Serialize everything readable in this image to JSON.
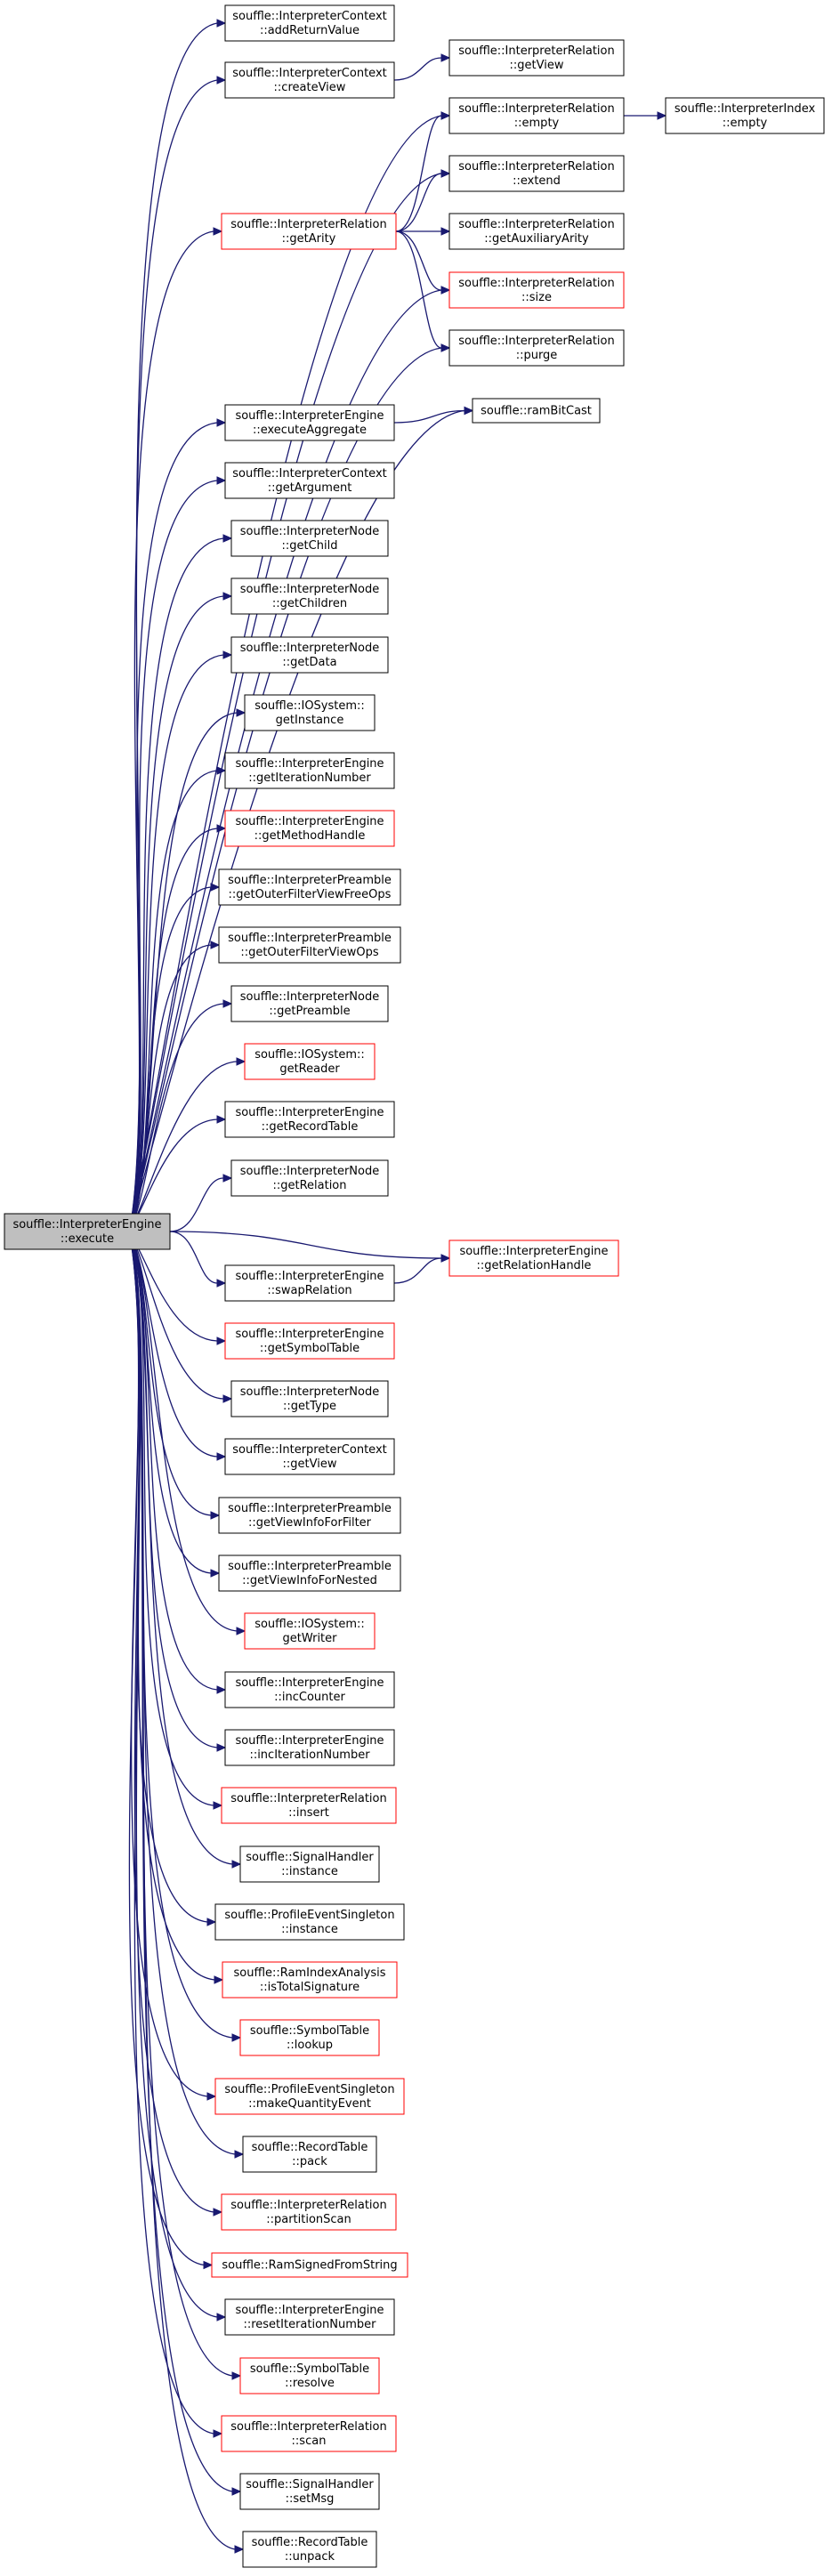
{
  "colors": {
    "edge": "#191970",
    "box_border_normal": "#000000",
    "box_border_truncated": "#ff0000",
    "root_fill": "#bfbfbf",
    "box_fill": "#ffffff"
  },
  "nodes": [
    {
      "id": "root",
      "lines": [
        "souffle::InterpreterEngine",
        "::execute"
      ],
      "style": "root"
    },
    {
      "id": "ctx_addReturnValue",
      "lines": [
        "souffle::InterpreterContext",
        "::addReturnValue"
      ],
      "style": "normal"
    },
    {
      "id": "ctx_createView",
      "lines": [
        "souffle::InterpreterContext",
        "::createView"
      ],
      "style": "normal"
    },
    {
      "id": "rel_getView",
      "lines": [
        "souffle::InterpreterRelation",
        "::getView"
      ],
      "style": "normal"
    },
    {
      "id": "rel_empty",
      "lines": [
        "souffle::InterpreterRelation",
        "::empty"
      ],
      "style": "normal"
    },
    {
      "id": "idx_empty",
      "lines": [
        "souffle::InterpreterIndex",
        "::empty"
      ],
      "style": "normal"
    },
    {
      "id": "rel_extend",
      "lines": [
        "souffle::InterpreterRelation",
        "::extend"
      ],
      "style": "normal"
    },
    {
      "id": "rel_getArity",
      "lines": [
        "souffle::InterpreterRelation",
        "::getArity"
      ],
      "style": "truncated"
    },
    {
      "id": "rel_getAuxiliaryArity",
      "lines": [
        "souffle::InterpreterRelation",
        "::getAuxiliaryArity"
      ],
      "style": "normal"
    },
    {
      "id": "rel_size",
      "lines": [
        "souffle::InterpreterRelation",
        "::size"
      ],
      "style": "truncated"
    },
    {
      "id": "rel_purge",
      "lines": [
        "souffle::InterpreterRelation",
        "::purge"
      ],
      "style": "normal"
    },
    {
      "id": "eng_executeAggregate",
      "lines": [
        "souffle::InterpreterEngine",
        "::executeAggregate"
      ],
      "style": "normal"
    },
    {
      "id": "ramBitCast",
      "lines": [
        "souffle::ramBitCast"
      ],
      "style": "normal"
    },
    {
      "id": "ctx_getArgument",
      "lines": [
        "souffle::InterpreterContext",
        "::getArgument"
      ],
      "style": "normal"
    },
    {
      "id": "node_getChild",
      "lines": [
        "souffle::InterpreterNode",
        "::getChild"
      ],
      "style": "normal"
    },
    {
      "id": "node_getChildren",
      "lines": [
        "souffle::InterpreterNode",
        "::getChildren"
      ],
      "style": "normal"
    },
    {
      "id": "node_getData",
      "lines": [
        "souffle::InterpreterNode",
        "::getData"
      ],
      "style": "normal"
    },
    {
      "id": "io_getInstance",
      "lines": [
        "souffle::IOSystem::",
        "getInstance"
      ],
      "style": "normal"
    },
    {
      "id": "eng_getIterationNumber",
      "lines": [
        "souffle::InterpreterEngine",
        "::getIterationNumber"
      ],
      "style": "normal"
    },
    {
      "id": "eng_getMethodHandle",
      "lines": [
        "souffle::InterpreterEngine",
        "::getMethodHandle"
      ],
      "style": "truncated"
    },
    {
      "id": "pre_getOuterFilterViewFreeOps",
      "lines": [
        "souffle::InterpreterPreamble",
        "::getOuterFilterViewFreeOps"
      ],
      "style": "normal"
    },
    {
      "id": "pre_getOuterFilterViewOps",
      "lines": [
        "souffle::InterpreterPreamble",
        "::getOuterFilterViewOps"
      ],
      "style": "normal"
    },
    {
      "id": "node_getPreamble",
      "lines": [
        "souffle::InterpreterNode",
        "::getPreamble"
      ],
      "style": "normal"
    },
    {
      "id": "io_getReader",
      "lines": [
        "souffle::IOSystem::",
        "getReader"
      ],
      "style": "truncated"
    },
    {
      "id": "eng_getRecordTable",
      "lines": [
        "souffle::InterpreterEngine",
        "::getRecordTable"
      ],
      "style": "normal"
    },
    {
      "id": "node_getRelation",
      "lines": [
        "souffle::InterpreterNode",
        "::getRelation"
      ],
      "style": "normal"
    },
    {
      "id": "eng_getRelationHandle",
      "lines": [
        "souffle::InterpreterEngine",
        "::getRelationHandle"
      ],
      "style": "truncated"
    },
    {
      "id": "eng_swapRelation",
      "lines": [
        "souffle::InterpreterEngine",
        "::swapRelation"
      ],
      "style": "normal"
    },
    {
      "id": "eng_getSymbolTable",
      "lines": [
        "souffle::InterpreterEngine",
        "::getSymbolTable"
      ],
      "style": "truncated"
    },
    {
      "id": "node_getType",
      "lines": [
        "souffle::InterpreterNode",
        "::getType"
      ],
      "style": "normal"
    },
    {
      "id": "ctx_getView",
      "lines": [
        "souffle::InterpreterContext",
        "::getView"
      ],
      "style": "normal"
    },
    {
      "id": "pre_getViewInfoForFilter",
      "lines": [
        "souffle::InterpreterPreamble",
        "::getViewInfoForFilter"
      ],
      "style": "normal"
    },
    {
      "id": "pre_getViewInfoForNested",
      "lines": [
        "souffle::InterpreterPreamble",
        "::getViewInfoForNested"
      ],
      "style": "normal"
    },
    {
      "id": "io_getWriter",
      "lines": [
        "souffle::IOSystem::",
        "getWriter"
      ],
      "style": "truncated"
    },
    {
      "id": "eng_incCounter",
      "lines": [
        "souffle::InterpreterEngine",
        "::incCounter"
      ],
      "style": "normal"
    },
    {
      "id": "eng_incIterationNumber",
      "lines": [
        "souffle::InterpreterEngine",
        "::incIterationNumber"
      ],
      "style": "normal"
    },
    {
      "id": "rel_insert",
      "lines": [
        "souffle::InterpreterRelation",
        "::insert"
      ],
      "style": "truncated"
    },
    {
      "id": "sig_instance",
      "lines": [
        "souffle::SignalHandler",
        "::instance"
      ],
      "style": "normal"
    },
    {
      "id": "prof_instance",
      "lines": [
        "souffle::ProfileEventSingleton",
        "::instance"
      ],
      "style": "normal"
    },
    {
      "id": "ria_isTotalSignature",
      "lines": [
        "souffle::RamIndexAnalysis",
        "::isTotalSignature"
      ],
      "style": "truncated"
    },
    {
      "id": "sym_lookup",
      "lines": [
        "souffle::SymbolTable",
        "::lookup"
      ],
      "style": "truncated"
    },
    {
      "id": "prof_makeQuantityEvent",
      "lines": [
        "souffle::ProfileEventSingleton",
        "::makeQuantityEvent"
      ],
      "style": "truncated"
    },
    {
      "id": "rec_pack",
      "lines": [
        "souffle::RecordTable",
        "::pack"
      ],
      "style": "normal"
    },
    {
      "id": "rel_partitionScan",
      "lines": [
        "souffle::InterpreterRelation",
        "::partitionScan"
      ],
      "style": "truncated"
    },
    {
      "id": "ramSignedFromString",
      "lines": [
        "souffle::RamSignedFromString"
      ],
      "style": "truncated"
    },
    {
      "id": "eng_resetIterationNumber",
      "lines": [
        "souffle::InterpreterEngine",
        "::resetIterationNumber"
      ],
      "style": "normal"
    },
    {
      "id": "sym_resolve",
      "lines": [
        "souffle::SymbolTable",
        "::resolve"
      ],
      "style": "truncated"
    },
    {
      "id": "rel_scan",
      "lines": [
        "souffle::InterpreterRelation",
        "::scan"
      ],
      "style": "truncated"
    },
    {
      "id": "sig_setMsg",
      "lines": [
        "souffle::SignalHandler",
        "::setMsg"
      ],
      "style": "normal"
    },
    {
      "id": "rec_unpack",
      "lines": [
        "souffle::RecordTable",
        "::unpack"
      ],
      "style": "normal"
    }
  ],
  "edges": [
    [
      "root",
      "ctx_addReturnValue"
    ],
    [
      "root",
      "ctx_createView"
    ],
    [
      "root",
      "rel_empty"
    ],
    [
      "root",
      "rel_extend"
    ],
    [
      "root",
      "rel_getArity"
    ],
    [
      "root",
      "rel_size"
    ],
    [
      "root",
      "rel_purge"
    ],
    [
      "root",
      "ramBitCast"
    ],
    [
      "root",
      "eng_executeAggregate"
    ],
    [
      "root",
      "ctx_getArgument"
    ],
    [
      "root",
      "node_getChild"
    ],
    [
      "root",
      "node_getChildren"
    ],
    [
      "root",
      "node_getData"
    ],
    [
      "root",
      "io_getInstance"
    ],
    [
      "root",
      "eng_getIterationNumber"
    ],
    [
      "root",
      "eng_getMethodHandle"
    ],
    [
      "root",
      "pre_getOuterFilterViewFreeOps"
    ],
    [
      "root",
      "pre_getOuterFilterViewOps"
    ],
    [
      "root",
      "node_getPreamble"
    ],
    [
      "root",
      "io_getReader"
    ],
    [
      "root",
      "eng_getRecordTable"
    ],
    [
      "root",
      "node_getRelation"
    ],
    [
      "root",
      "eng_getRelationHandle"
    ],
    [
      "root",
      "eng_swapRelation"
    ],
    [
      "root",
      "eng_getSymbolTable"
    ],
    [
      "root",
      "node_getType"
    ],
    [
      "root",
      "ctx_getView"
    ],
    [
      "root",
      "pre_getViewInfoForFilter"
    ],
    [
      "root",
      "pre_getViewInfoForNested"
    ],
    [
      "root",
      "io_getWriter"
    ],
    [
      "root",
      "eng_incCounter"
    ],
    [
      "root",
      "eng_incIterationNumber"
    ],
    [
      "root",
      "rel_insert"
    ],
    [
      "root",
      "sig_instance"
    ],
    [
      "root",
      "prof_instance"
    ],
    [
      "root",
      "ria_isTotalSignature"
    ],
    [
      "root",
      "sym_lookup"
    ],
    [
      "root",
      "prof_makeQuantityEvent"
    ],
    [
      "root",
      "rec_pack"
    ],
    [
      "root",
      "rel_partitionScan"
    ],
    [
      "root",
      "ramSignedFromString"
    ],
    [
      "root",
      "eng_resetIterationNumber"
    ],
    [
      "root",
      "sym_resolve"
    ],
    [
      "root",
      "rel_scan"
    ],
    [
      "root",
      "sig_setMsg"
    ],
    [
      "root",
      "rec_unpack"
    ],
    [
      "ctx_createView",
      "rel_getView"
    ],
    [
      "rel_empty",
      "idx_empty"
    ],
    [
      "rel_getArity",
      "rel_empty"
    ],
    [
      "rel_getArity",
      "rel_extend"
    ],
    [
      "rel_getArity",
      "rel_getAuxiliaryArity"
    ],
    [
      "rel_getArity",
      "rel_size"
    ],
    [
      "rel_getArity",
      "rel_purge"
    ],
    [
      "eng_executeAggregate",
      "ramBitCast"
    ],
    [
      "eng_swapRelation",
      "eng_getRelationHandle"
    ]
  ]
}
